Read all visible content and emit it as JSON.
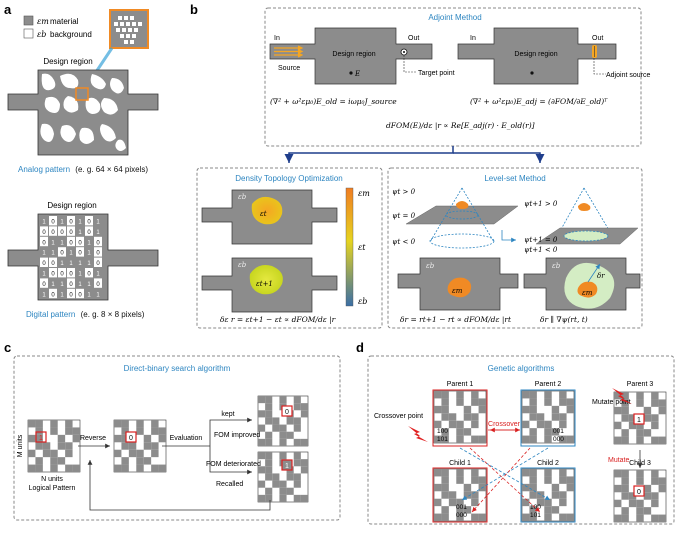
{
  "panels": {
    "a": {
      "letter": "a",
      "legend_material": "material",
      "legend_background": "background",
      "legend_eps_m": "εm",
      "legend_eps_b": "εb",
      "design_region_top": "Design region",
      "analog_name": "Analog pattern",
      "analog_detail": "(e. g. 64 × 64 pixels)",
      "design_region_bottom": "Design region",
      "digital_name": "Digital pattern",
      "digital_detail": "(e. g. 8 × 8 pixels)",
      "digital_grid": [
        "1010101",
        "0000101",
        "0110010",
        "1101010",
        "0011110",
        "1000101",
        "0110110",
        "1010011"
      ]
    },
    "b": {
      "letter": "b",
      "title": "Adjoint Method",
      "in1": "In",
      "out1": "Out",
      "design1": "Design region",
      "source": "Source",
      "target": "Target point",
      "e_old": "E",
      "in2": "In",
      "out2": "Out",
      "design2": "Design region",
      "adj_source": "Adjoint source",
      "eq1": "(∇² + ω²εμ₀)E_old = iωμ₀J_source",
      "eq2": "(∇² + ω²εμ₀)E_adj = (∂FOM/∂E_old)ᵀ",
      "eq3": "dFOM(E)/dε |r ∝ Re[E_adj(r) · E_old(r)]",
      "dto_title": "Density Topology  Optimization",
      "eps_b": "εb",
      "eps_t": "εt",
      "eps_t1": "εt+1",
      "eps_m": "εm",
      "eps_b_bar": "εb",
      "eps_t_bar": "εt",
      "eps_m_bar": "εm",
      "dto_eq": "δε r  =  εt+1 − εt ∝ dFOM/dε |r",
      "ls_title": "Level-set Method",
      "psi_gt": "ψt > 0",
      "psi_eq": "ψt = 0",
      "psi_lt": "ψt < 0",
      "psi1_gt": "ψt+1 > 0",
      "psi1_eq": "ψt+1 = 0",
      "psi1_lt": "ψt+1 < 0",
      "ls_eps_b": "εb",
      "ls_eps_m": "εm",
      "ls_eps_b2": "εb",
      "ls_eps_m2": "εm",
      "dr": "δr",
      "ls_eq1": "δr = rt+1 − rt ∝ dFOM/dε |rt",
      "ls_eq2": "δr ∥ ∇ψ(rt, t)"
    },
    "c": {
      "letter": "c",
      "title": "Direct-binary search algorithm",
      "m_units": "M units",
      "n_units": "N units",
      "logical": "Logical Pattern",
      "reverse": "Reverse",
      "evaluation": "Evaluation",
      "kept": "kept",
      "improved": "FOM improved",
      "deteriorated": "FOM deteriorated",
      "recalled": "Recalled",
      "bit1": "1",
      "bit2": "0",
      "bit3": "0",
      "bit4": "1"
    },
    "d": {
      "letter": "d",
      "title": "Genetic algorithms",
      "parent1": "Parent 1",
      "parent2": "Parent 2",
      "parent3": "Parent 3",
      "child1": "Child 1",
      "child2": "Child 2",
      "child3": "Child 3",
      "crossover_point": "Crossover point",
      "crossover": "Crossover",
      "mutate_point": "Mutate point",
      "mutate": "Mutate",
      "p3_bit": "1",
      "c3_bit": "0",
      "p1_row1": "100",
      "p1_row2": "101",
      "p2_row1": "001",
      "p2_row2": "000",
      "c1_row1": "001",
      "c1_row2": "000",
      "c2_row1": "100",
      "c2_row2": "101"
    }
  },
  "colors": {
    "gray": "#8c8c8c",
    "blue": "#2e86c1",
    "red": "#d92020",
    "orange": "#f08a24",
    "navy": "#1f3e8c"
  }
}
